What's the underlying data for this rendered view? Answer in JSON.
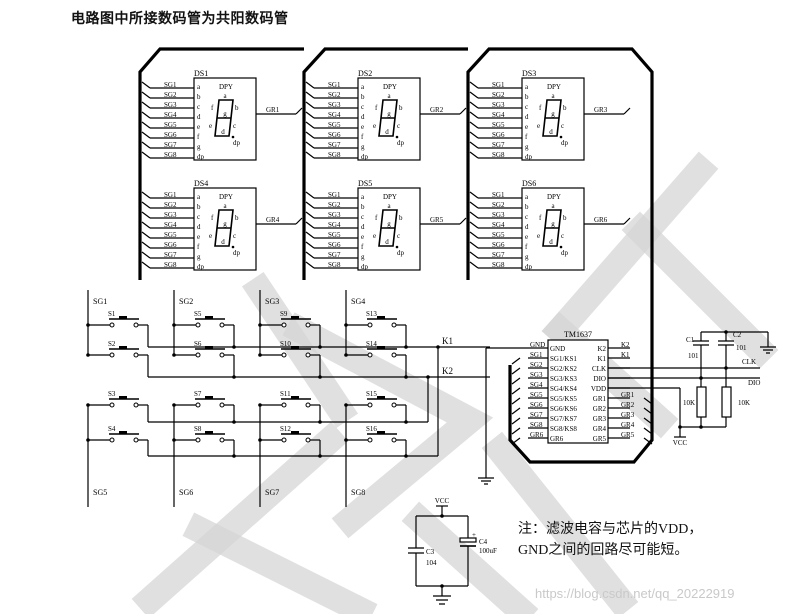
{
  "title": "电路图中所接数码管为共阳数码管",
  "displays": [
    {
      "ref": "DS1",
      "type": "DPY",
      "grid": "GR1"
    },
    {
      "ref": "DS2",
      "type": "DPY",
      "grid": "GR2"
    },
    {
      "ref": "DS3",
      "type": "DPY",
      "grid": "GR3"
    },
    {
      "ref": "DS4",
      "type": "DPY",
      "grid": "GR4"
    },
    {
      "ref": "DS5",
      "type": "DPY",
      "grid": "GR5"
    },
    {
      "ref": "DS6",
      "type": "DPY",
      "grid": "GR6"
    }
  ],
  "segment_nets": [
    "SG1",
    "SG2",
    "SG3",
    "SG4",
    "SG5",
    "SG6",
    "SG7",
    "SG8"
  ],
  "segment_pins": [
    "a",
    "b",
    "c",
    "d",
    "e",
    "f",
    "g",
    "dp"
  ],
  "digit_labels": {
    "a": "a",
    "b": "b",
    "c": "c",
    "d": "d",
    "e": "e",
    "f": "f",
    "g": "g",
    "dp": "dp"
  },
  "keypad": {
    "top_columns": [
      "SG1",
      "SG2",
      "SG3",
      "SG4"
    ],
    "bottom_columns": [
      "SG5",
      "SG6",
      "SG7",
      "SG8"
    ],
    "rows": [
      "K1",
      "K2"
    ],
    "switches": [
      [
        "S1",
        "S5",
        "S9",
        "S13"
      ],
      [
        "S2",
        "S6",
        "S10",
        "S14"
      ],
      [
        "S3",
        "S7",
        "S11",
        "S15"
      ],
      [
        "S4",
        "S8",
        "S12",
        "S16"
      ]
    ]
  },
  "ic": {
    "name": "TM1637",
    "left_pins": [
      "GND",
      "SG1/KS1",
      "SG2/KS2",
      "SG3/KS3",
      "SG4/KS4",
      "SG5/KS5",
      "SG6/KS6",
      "SG7/KS7",
      "SG8/KS8",
      "GR6"
    ],
    "left_nets": [
      "GND",
      "SG1",
      "SG2",
      "SG3",
      "SG4",
      "SG5",
      "SG6",
      "SG7",
      "SG8",
      "GR6"
    ],
    "right_pins": [
      "K2",
      "K1",
      "CLK",
      "DIO",
      "VDD",
      "GR1",
      "GR2",
      "GR3",
      "GR4",
      "GR5"
    ],
    "right_nets": [
      "K2",
      "K1",
      "",
      "",
      "",
      "GR1",
      "GR2",
      "GR3",
      "GR4",
      "GR5"
    ]
  },
  "pullups": {
    "c1_ref": "C1",
    "c1_val": "101",
    "c2_ref": "C2",
    "c2_val": "101",
    "r1_val": "10K",
    "r2_val": "10K",
    "clk": "CLK",
    "dio": "DIO",
    "vcc": "VCC"
  },
  "decoupling": {
    "vcc": "VCC",
    "c3_ref": "C3",
    "c3_val": "104",
    "c4_ref": "C4",
    "c4_val": "100uF",
    "c4_polarity": "+"
  },
  "note": {
    "line1": "注：滤波电容与芯片的VDD，",
    "line2": "GND之间的回路尽可能短。"
  },
  "credit": "https://blog.csdn.net/qq_20222919"
}
